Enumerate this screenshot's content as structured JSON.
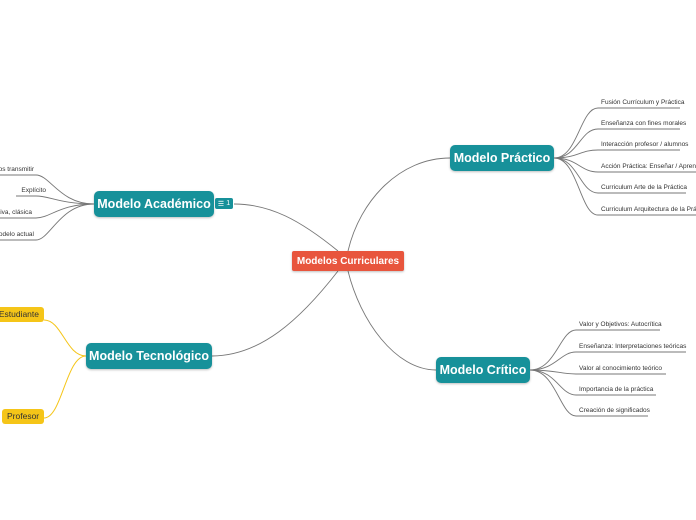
{
  "central": {
    "label": "Modelos Curriculares"
  },
  "branches": {
    "practico": {
      "label": "Modelo Práctico",
      "items": [
        "Fusión Currículum y Práctica",
        "Enseñanza con fines  morales",
        "Interacción profesor / alumnos",
        "Acción Práctica: Enseñar / Aprend",
        "Curriculum Arte de la Práctica",
        "Curriculum Arquitectura de la Prá"
      ]
    },
    "critico": {
      "label": "Modelo Crítico",
      "items": [
        "Valor y Objetivos: Autocrítica",
        "Enseñanza: Interpretaciones teóricas",
        "Valor al conocimiento teórico",
        "Importancia de la práctica",
        "Creación de significados"
      ]
    },
    "academico": {
      "label": "Modelo Académico",
      "badge_count": "1",
      "items": [
        "e debemos transmitir",
        "Explícito",
        "uela Activa, clásica",
        "n con modelo actual"
      ]
    },
    "tecnologico": {
      "label": "Modelo Tecnológico",
      "items": [
        "Estudiante",
        "Profesor"
      ]
    }
  },
  "colors": {
    "central": "#e8553d",
    "main": "#17919a",
    "sub_pill": "#f5c518",
    "line": "#777777",
    "yellow_line": "#f5c518"
  },
  "icons": {
    "notes_badge": "list-icon"
  }
}
